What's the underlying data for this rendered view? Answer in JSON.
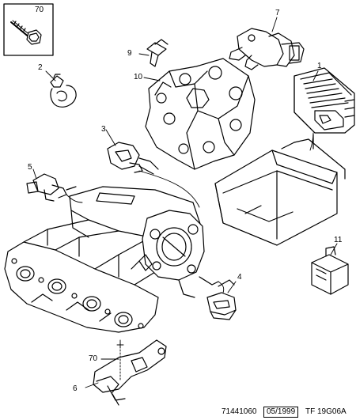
{
  "callouts": {
    "c70_top": "70",
    "c7": "7",
    "c1": "1",
    "c2": "2",
    "c9": "9",
    "c10": "10",
    "c3": "3",
    "c5": "5",
    "c11": "11",
    "c4": "4",
    "c70_bottom": "70",
    "c6": "6"
  },
  "footer": {
    "ref": "71441060",
    "date": "05/1999",
    "code": "TF 19G06A"
  }
}
